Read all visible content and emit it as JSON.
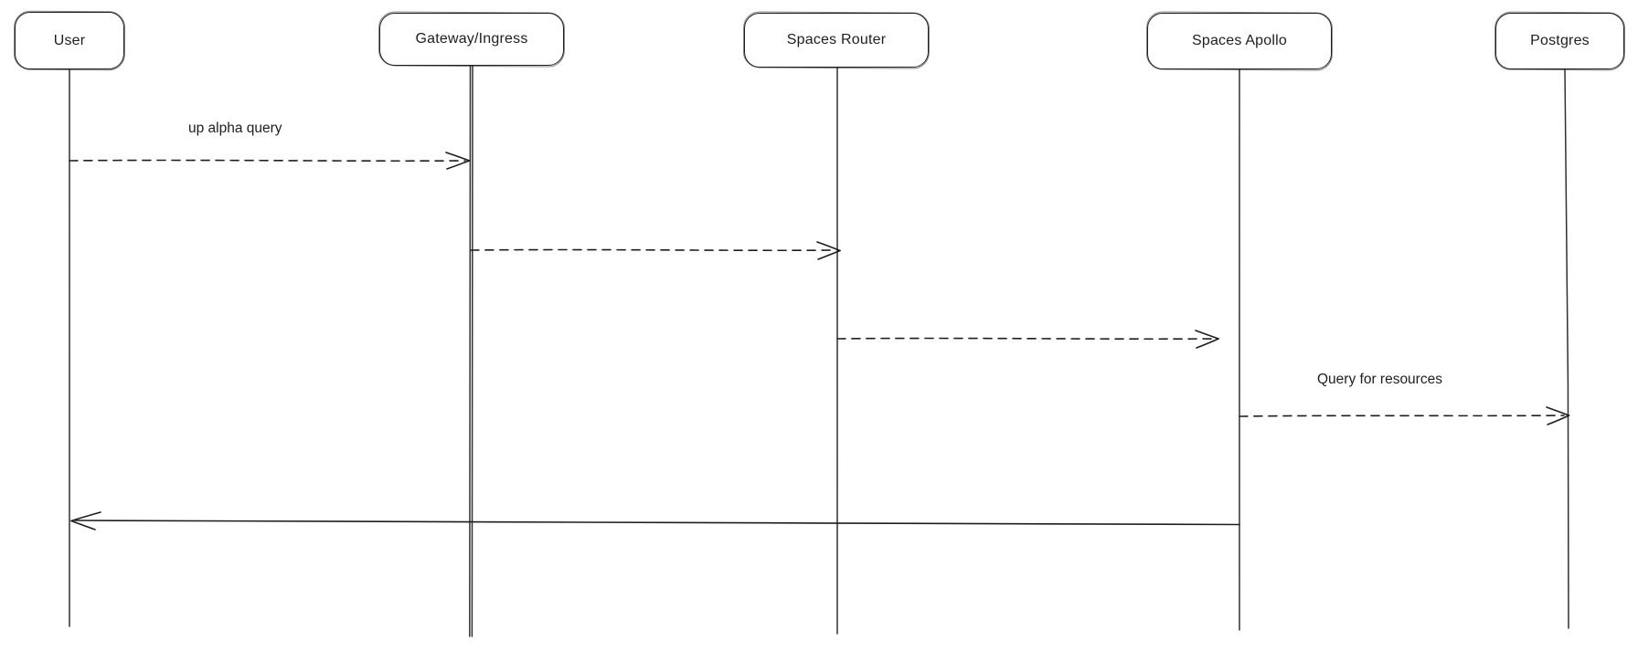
{
  "diagram": {
    "type": "sequence-diagram",
    "background_color": "#ffffff",
    "stroke_color": "#1e1e1e",
    "actors": [
      {
        "id": "user",
        "label": "User"
      },
      {
        "id": "gateway",
        "label": "Gateway/Ingress"
      },
      {
        "id": "spaces-router",
        "label": "Spaces Router"
      },
      {
        "id": "spaces-apollo",
        "label": "Spaces Apollo"
      },
      {
        "id": "postgres",
        "label": "Postgres"
      }
    ],
    "messages": [
      {
        "from": "User",
        "to": "Gateway/Ingress",
        "label": "up alpha query",
        "style": "dashed",
        "direction": "right"
      },
      {
        "from": "Gateway/Ingress",
        "to": "Spaces Router",
        "label": "",
        "style": "dashed",
        "direction": "right"
      },
      {
        "from": "Spaces Router",
        "to": "Spaces Apollo",
        "label": "",
        "style": "dashed",
        "direction": "right"
      },
      {
        "from": "Spaces Apollo",
        "to": "Postgres",
        "label": "Query for resources",
        "style": "dashed",
        "direction": "right"
      },
      {
        "from": "Spaces Apollo",
        "to": "User",
        "label": "",
        "style": "solid",
        "direction": "left"
      }
    ]
  }
}
